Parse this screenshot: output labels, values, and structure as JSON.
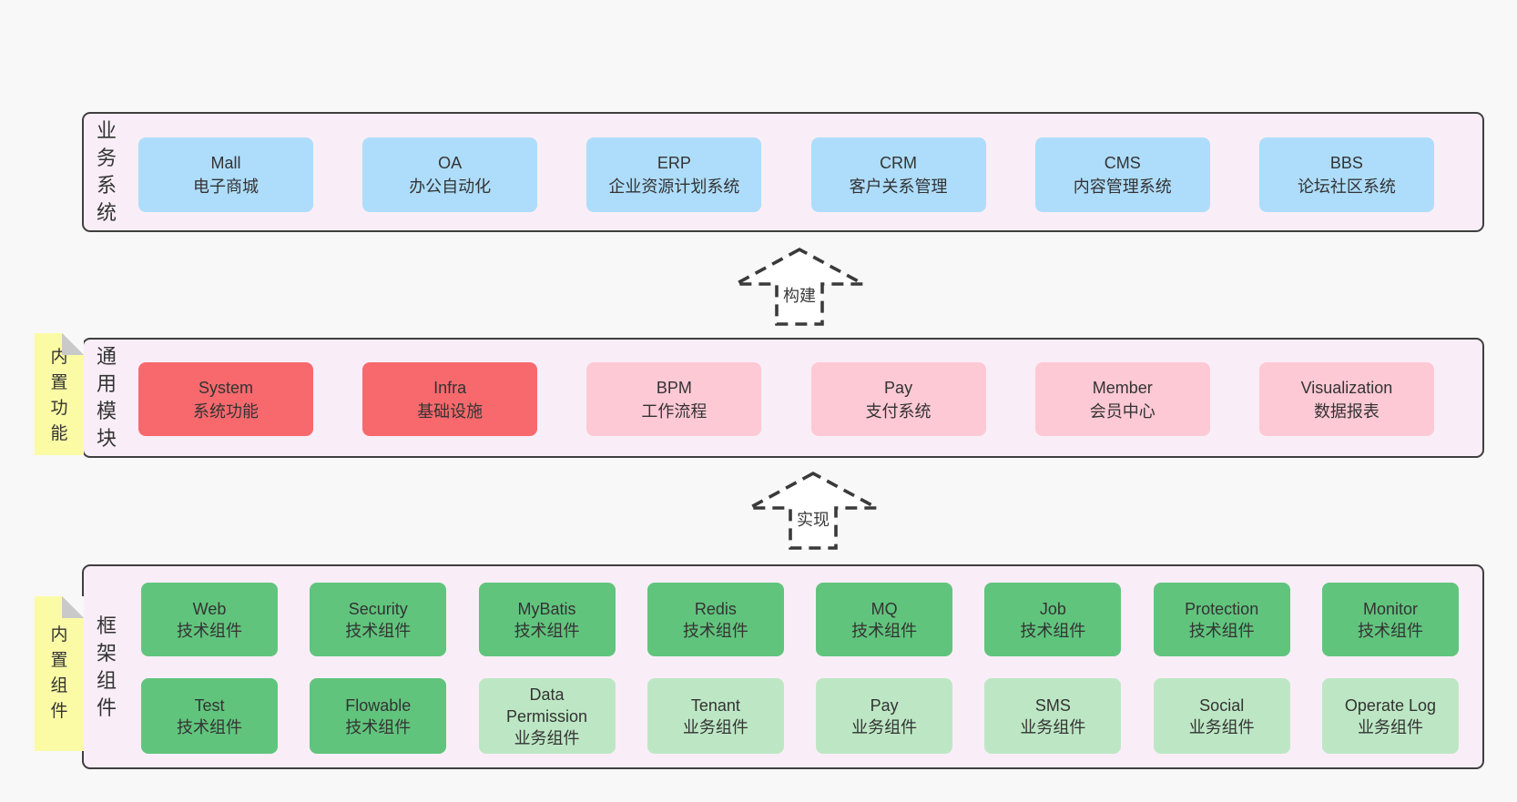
{
  "colors": {
    "page_bg": "#f8f8f8",
    "section_bg": "#f9eef7",
    "section_border": "#3f3f3f",
    "blue": "#aeddfb",
    "red": "#f7696d",
    "pink": "#fdc9d5",
    "green_dark": "#61c47d",
    "green_light": "#bde7c4",
    "note_yellow": "#fbfba6",
    "note_fold": "#c9c9c9",
    "text": "#333333"
  },
  "sections": {
    "business": {
      "label": "业务系统",
      "boxes": [
        {
          "title": "Mall",
          "subtitle": "电子商城"
        },
        {
          "title": "OA",
          "subtitle": "办公自动化"
        },
        {
          "title": "ERP",
          "subtitle": "企业资源计划系统"
        },
        {
          "title": "CRM",
          "subtitle": "客户关系管理"
        },
        {
          "title": "CMS",
          "subtitle": "内容管理系统"
        },
        {
          "title": "BBS",
          "subtitle": "论坛社区系统"
        }
      ]
    },
    "modules": {
      "label": "通用模块",
      "note": "内置功能",
      "boxes": [
        {
          "title": "System",
          "subtitle": "系统功能",
          "variant": "red"
        },
        {
          "title": "Infra",
          "subtitle": "基础设施",
          "variant": "red"
        },
        {
          "title": "BPM",
          "subtitle": "工作流程",
          "variant": "pink"
        },
        {
          "title": "Pay",
          "subtitle": "支付系统",
          "variant": "pink"
        },
        {
          "title": "Member",
          "subtitle": "会员中心",
          "variant": "pink"
        },
        {
          "title": "Visualization",
          "subtitle": "数据报表",
          "variant": "pink"
        }
      ]
    },
    "components": {
      "label": "框架组件",
      "note": "内置组件",
      "row1": [
        {
          "title": "Web",
          "subtitle": "技术组件",
          "variant": "green-dark"
        },
        {
          "title": "Security",
          "subtitle": "技术组件",
          "variant": "green-dark"
        },
        {
          "title": "MyBatis",
          "subtitle": "技术组件",
          "variant": "green-dark"
        },
        {
          "title": "Redis",
          "subtitle": "技术组件",
          "variant": "green-dark"
        },
        {
          "title": "MQ",
          "subtitle": "技术组件",
          "variant": "green-dark"
        },
        {
          "title": "Job",
          "subtitle": "技术组件",
          "variant": "green-dark"
        },
        {
          "title": "Protection",
          "subtitle": "技术组件",
          "variant": "green-dark"
        },
        {
          "title": "Monitor",
          "subtitle": "技术组件",
          "variant": "green-dark"
        }
      ],
      "row2": [
        {
          "title": "Test",
          "subtitle": "技术组件",
          "variant": "green-dark"
        },
        {
          "title": "Flowable",
          "subtitle": "技术组件",
          "variant": "green-dark"
        },
        {
          "title": "Data Permission",
          "subtitle": "业务组件",
          "variant": "green-light"
        },
        {
          "title": "Tenant",
          "subtitle": "业务组件",
          "variant": "green-light"
        },
        {
          "title": "Pay",
          "subtitle": "业务组件",
          "variant": "green-light"
        },
        {
          "title": "SMS",
          "subtitle": "业务组件",
          "variant": "green-light"
        },
        {
          "title": "Social",
          "subtitle": "业务组件",
          "variant": "green-light"
        },
        {
          "title": "Operate Log",
          "subtitle": "业务组件",
          "variant": "green-light"
        }
      ]
    }
  },
  "arrows": [
    {
      "label": "构建"
    },
    {
      "label": "实现"
    }
  ]
}
